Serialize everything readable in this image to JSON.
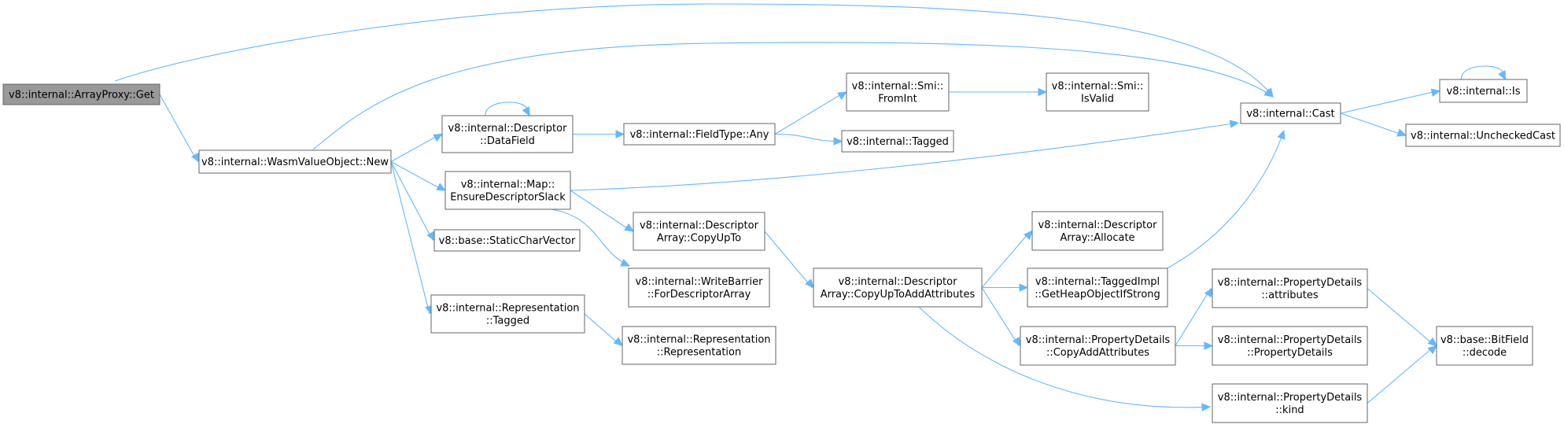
{
  "diagram": {
    "nodes": [
      {
        "id": "get",
        "lines": [
          "v8::internal::ArrayProxy::Get"
        ],
        "root": true
      },
      {
        "id": "new",
        "lines": [
          "v8::internal::WasmValueObject::New"
        ]
      },
      {
        "id": "datafield",
        "lines": [
          "v8::internal::Descriptor",
          "::DataField"
        ]
      },
      {
        "id": "fieldany",
        "lines": [
          "v8::internal::FieldType::Any"
        ]
      },
      {
        "id": "fromint",
        "lines": [
          "v8::internal::Smi::",
          "FromInt"
        ]
      },
      {
        "id": "isvalid",
        "lines": [
          "v8::internal::Smi::",
          "IsValid"
        ]
      },
      {
        "id": "tagged",
        "lines": [
          "v8::internal::Tagged"
        ]
      },
      {
        "id": "cast",
        "lines": [
          "v8::internal::Cast"
        ]
      },
      {
        "id": "is",
        "lines": [
          "v8::internal::Is"
        ]
      },
      {
        "id": "unchecked",
        "lines": [
          "v8::internal::UncheckedCast"
        ]
      },
      {
        "id": "ensure",
        "lines": [
          "v8::internal::Map::",
          "EnsureDescriptorSlack"
        ]
      },
      {
        "id": "staticchar",
        "lines": [
          "v8::base::StaticCharVector"
        ]
      },
      {
        "id": "copyupto",
        "lines": [
          "v8::internal::Descriptor",
          "Array::CopyUpTo"
        ]
      },
      {
        "id": "writebarrier",
        "lines": [
          "v8::internal::WriteBarrier",
          "::ForDescriptorArray"
        ]
      },
      {
        "id": "reptagged",
        "lines": [
          "v8::internal::Representation",
          "::Tagged"
        ]
      },
      {
        "id": "representation",
        "lines": [
          "v8::internal::Representation",
          "::Representation"
        ]
      },
      {
        "id": "copyupadd",
        "lines": [
          "v8::internal::Descriptor",
          "Array::CopyUpToAddAttributes"
        ]
      },
      {
        "id": "allocate",
        "lines": [
          "v8::internal::Descriptor",
          "Array::Allocate"
        ]
      },
      {
        "id": "getheap",
        "lines": [
          "v8::internal::TaggedImpl",
          "::GetHeapObjectIfStrong"
        ]
      },
      {
        "id": "copyaddattr",
        "lines": [
          "v8::internal::PropertyDetails",
          "::CopyAddAttributes"
        ]
      },
      {
        "id": "attributes",
        "lines": [
          "v8::internal::PropertyDetails",
          "::attributes"
        ]
      },
      {
        "id": "propdetails",
        "lines": [
          "v8::internal::PropertyDetails",
          "::PropertyDetails"
        ]
      },
      {
        "id": "kind",
        "lines": [
          "v8::internal::PropertyDetails",
          "::kind"
        ]
      },
      {
        "id": "decode",
        "lines": [
          "v8::base::BitField",
          "::decode"
        ]
      }
    ],
    "edges": [
      [
        "get",
        "cast"
      ],
      [
        "get",
        "new"
      ],
      [
        "new",
        "cast"
      ],
      [
        "new",
        "datafield"
      ],
      [
        "new",
        "ensure"
      ],
      [
        "new",
        "staticchar"
      ],
      [
        "new",
        "reptagged"
      ],
      [
        "datafield",
        "datafield"
      ],
      [
        "datafield",
        "fieldany"
      ],
      [
        "fieldany",
        "fromint"
      ],
      [
        "fieldany",
        "tagged"
      ],
      [
        "fromint",
        "isvalid"
      ],
      [
        "cast",
        "is"
      ],
      [
        "cast",
        "unchecked"
      ],
      [
        "is",
        "is"
      ],
      [
        "ensure",
        "cast"
      ],
      [
        "ensure",
        "copyupto"
      ],
      [
        "ensure",
        "writebarrier"
      ],
      [
        "copyupto",
        "copyupadd"
      ],
      [
        "reptagged",
        "representation"
      ],
      [
        "copyupadd",
        "allocate"
      ],
      [
        "copyupadd",
        "getheap"
      ],
      [
        "copyupadd",
        "copyaddattr"
      ],
      [
        "copyupadd",
        "kind"
      ],
      [
        "getheap",
        "cast"
      ],
      [
        "copyaddattr",
        "attributes"
      ],
      [
        "copyaddattr",
        "propdetails"
      ],
      [
        "attributes",
        "decode"
      ],
      [
        "kind",
        "decode"
      ]
    ],
    "colors": {
      "edge": "#63b8ff",
      "node_border": "#666666",
      "root_fill": "#999999"
    }
  }
}
